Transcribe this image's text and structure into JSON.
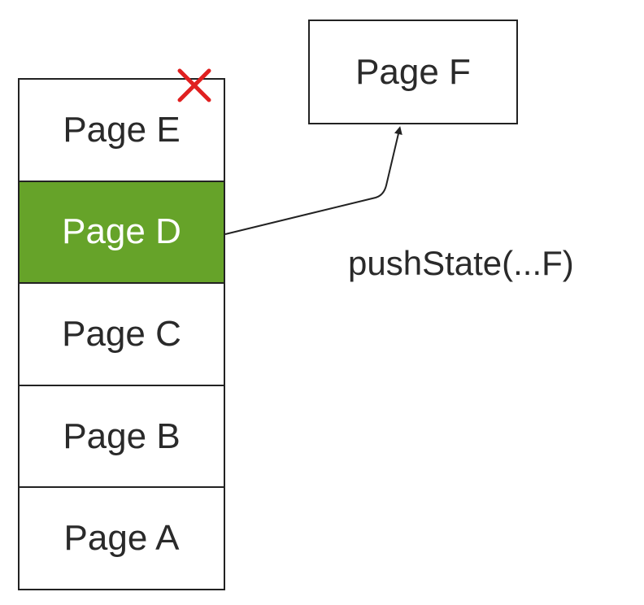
{
  "stack": {
    "items": [
      {
        "label": "Page E",
        "active": false,
        "removed": true
      },
      {
        "label": "Page D",
        "active": true,
        "removed": false
      },
      {
        "label": "Page C",
        "active": false,
        "removed": false
      },
      {
        "label": "Page B",
        "active": false,
        "removed": false
      },
      {
        "label": "Page A",
        "active": false,
        "removed": false
      }
    ]
  },
  "target": {
    "label": "Page F"
  },
  "transition": {
    "label": "pushState(...F)"
  },
  "colors": {
    "active_fill": "#66a329",
    "removed_mark": "#e02020",
    "stroke": "#222222"
  },
  "icons": {
    "removed_mark": "x-mark-icon"
  }
}
